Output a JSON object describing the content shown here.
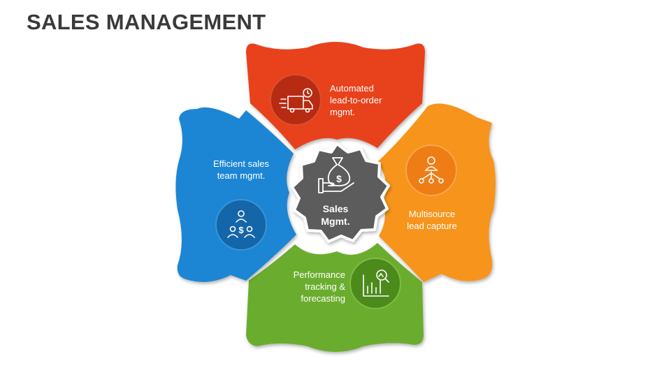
{
  "title": "SALES MANAGEMENT",
  "center": {
    "label_line1": "Sales",
    "label_line2": "Mgmt.",
    "icon": "money-bag-hand-icon"
  },
  "segments": [
    {
      "id": "top",
      "lines": [
        "Automated",
        "lead-to-order",
        "mgmt."
      ],
      "color": "#e8421c",
      "icon": "delivery-truck-clock-icon"
    },
    {
      "id": "right",
      "lines": [
        "Multisource",
        "lead capture"
      ],
      "color": "#f7941d",
      "icon": "person-network-icon"
    },
    {
      "id": "bottom",
      "lines": [
        "Performance",
        "tracking &",
        "forecasting"
      ],
      "color": "#6aad2d",
      "icon": "chart-magnifier-icon"
    },
    {
      "id": "left",
      "lines": [
        "Efficient sales",
        "team mgmt."
      ],
      "color": "#1d86d4",
      "icon": "team-dollar-icon"
    }
  ],
  "colors": {
    "center": "#5b5b5b",
    "top_circle": "#b72b12",
    "right_circle": "#ef7d15",
    "bottom_circle": "#4d8a1c",
    "left_circle": "#1566a8"
  }
}
